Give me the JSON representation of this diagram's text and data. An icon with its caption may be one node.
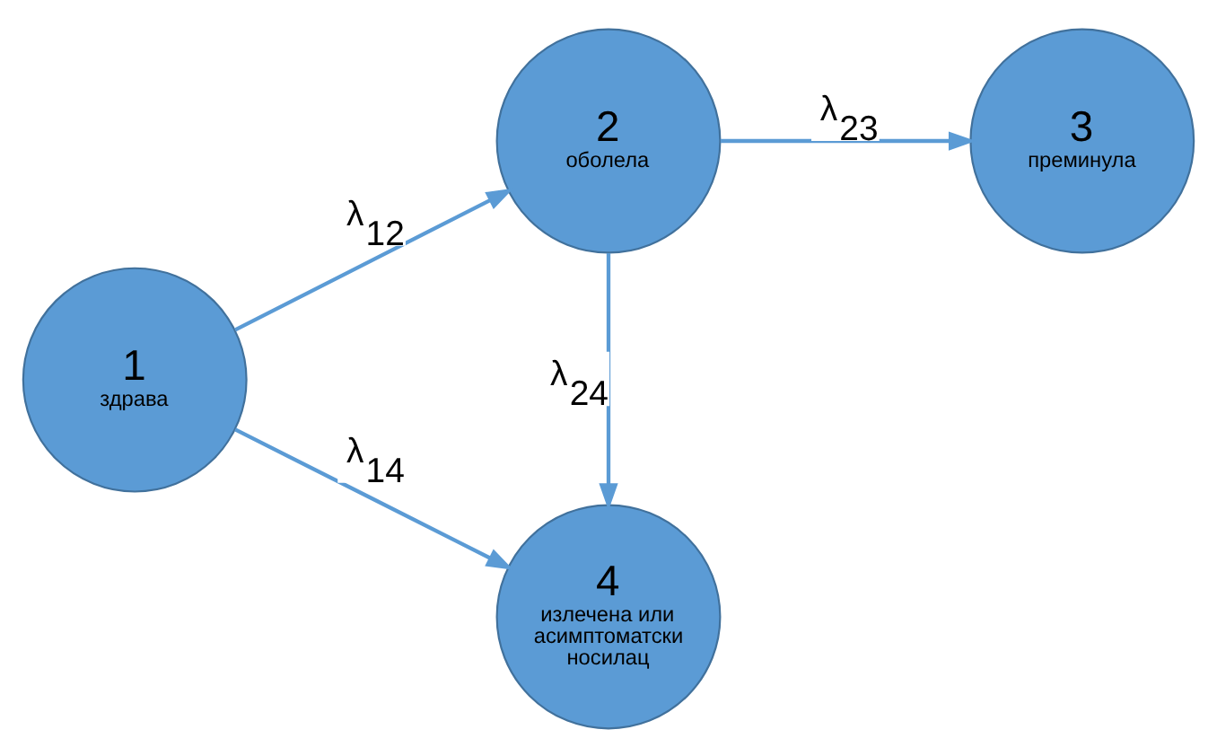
{
  "diagram": {
    "nodes": [
      {
        "text": [
          "1",
          "здрава"
        ]
      },
      {
        "text": [
          "2",
          "оболела"
        ]
      },
      {
        "text": [
          "3",
          "преминула"
        ]
      },
      {
        "text": [
          "4",
          "излечена или асимптоматски носилац"
        ]
      }
    ],
    "edges": [
      {
        "from": 0,
        "to": 1,
        "arrow": "to",
        "label": "λ$_{12}$"
      },
      {
        "from": 1,
        "to": 2,
        "arrow": "to",
        "label": "λ$_{23}$"
      },
      {
        "from": 1,
        "to": 3,
        "arrow": "to",
        "label": "λ$_{24}$"
      },
      {
        "from": 0,
        "to": 3,
        "arrow": "to",
        "label": "λ$_{14}$"
      }
    ]
  }
}
